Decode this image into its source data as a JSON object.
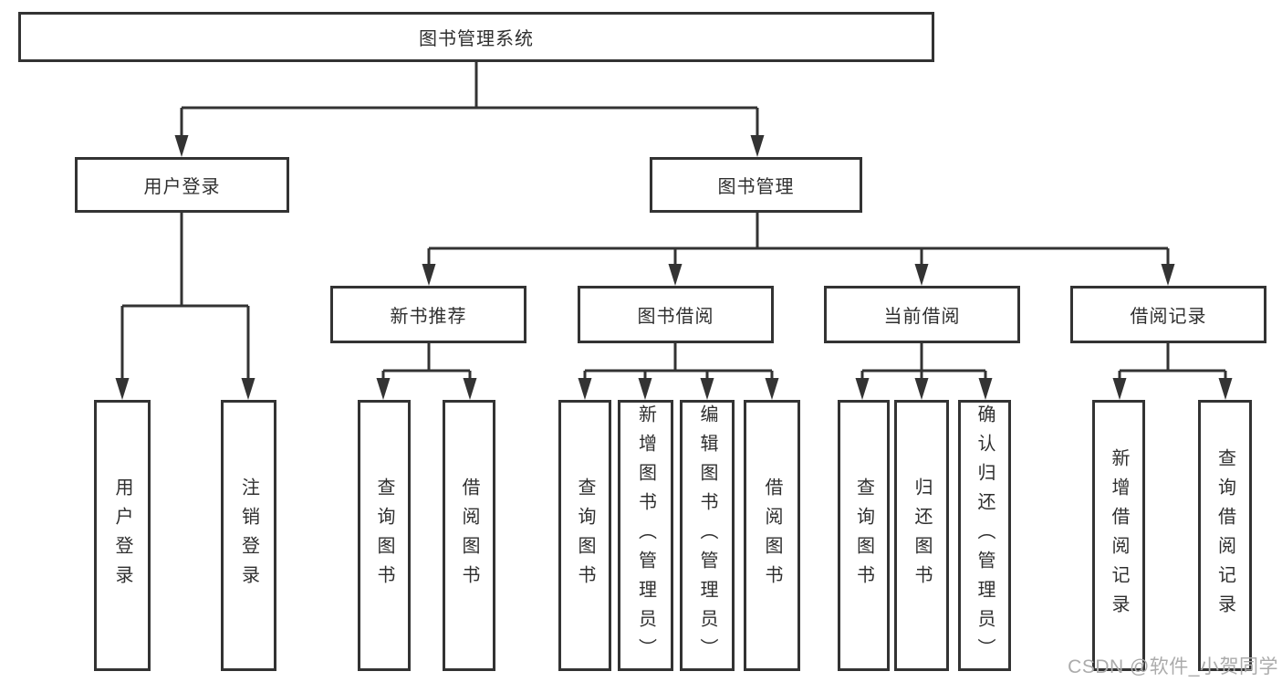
{
  "tree": {
    "root": {
      "label": "图书管理系统"
    },
    "branches": [
      {
        "label": "用户登录",
        "children": [
          {
            "label": "用户登录"
          },
          {
            "label": "注销登录"
          }
        ]
      },
      {
        "label": "图书管理",
        "children": [
          {
            "label": "新书推荐",
            "children": [
              {
                "label": "查询图书"
              },
              {
                "label": "借阅图书"
              }
            ]
          },
          {
            "label": "图书借阅",
            "children": [
              {
                "label": "查询图书"
              },
              {
                "label": "新增图书（管理员）"
              },
              {
                "label": "编辑图书（管理员）"
              },
              {
                "label": "借阅图书"
              }
            ]
          },
          {
            "label": "当前借阅",
            "children": [
              {
                "label": "查询图书"
              },
              {
                "label": "归还图书"
              },
              {
                "label": "确认归还（管理员）"
              }
            ]
          },
          {
            "label": "借阅记录",
            "children": [
              {
                "label": "新增借阅记录"
              },
              {
                "label": "查询借阅记录"
              }
            ]
          }
        ]
      }
    ]
  },
  "watermark": "CSDN @软件_小贺同学",
  "colors": {
    "line": "#333333",
    "text": "#2f2f2f",
    "watermark": "#ababab",
    "background": "#ffffff"
  }
}
